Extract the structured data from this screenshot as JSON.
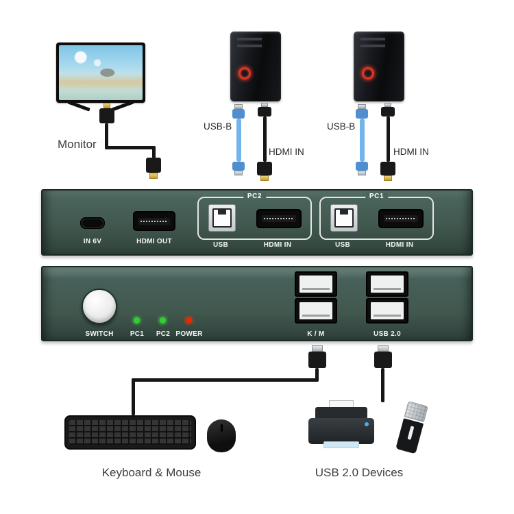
{
  "captions": {
    "monitor": "Monitor",
    "keyboard_mouse": "Keyboard & Mouse",
    "usb_devices": "USB 2.0 Devices"
  },
  "cable_labels": {
    "pc_left_usb": "USB-B",
    "pc_left_hdmi": "HDMI IN",
    "pc_right_usb": "USB-B",
    "pc_right_hdmi": "HDMI IN"
  },
  "rear_panel": {
    "power_in": "IN 6V",
    "hdmi_out": "HDMI OUT",
    "pc2": {
      "title": "PC2",
      "usb": "USB",
      "hdmi": "HDMI IN"
    },
    "pc1": {
      "title": "PC1",
      "usb": "USB",
      "hdmi": "HDMI IN"
    }
  },
  "front_panel": {
    "switch": "SWITCH",
    "leds": [
      {
        "label": "PC1",
        "color": "#33cc33"
      },
      {
        "label": "PC2",
        "color": "#33cc33"
      },
      {
        "label": "POWER",
        "color": "#e02c00"
      }
    ],
    "km": "K / M",
    "usb20": "USB 2.0"
  },
  "colors": {
    "background": "#ffffff",
    "panel_body": "#42594f",
    "panel_text": "#f4f6f5",
    "cable_blue": "#74b4ea",
    "cable_black": "#161616",
    "led_green": "#33cc33",
    "led_red": "#e02c00",
    "tower_fan_red": "#e03424"
  }
}
